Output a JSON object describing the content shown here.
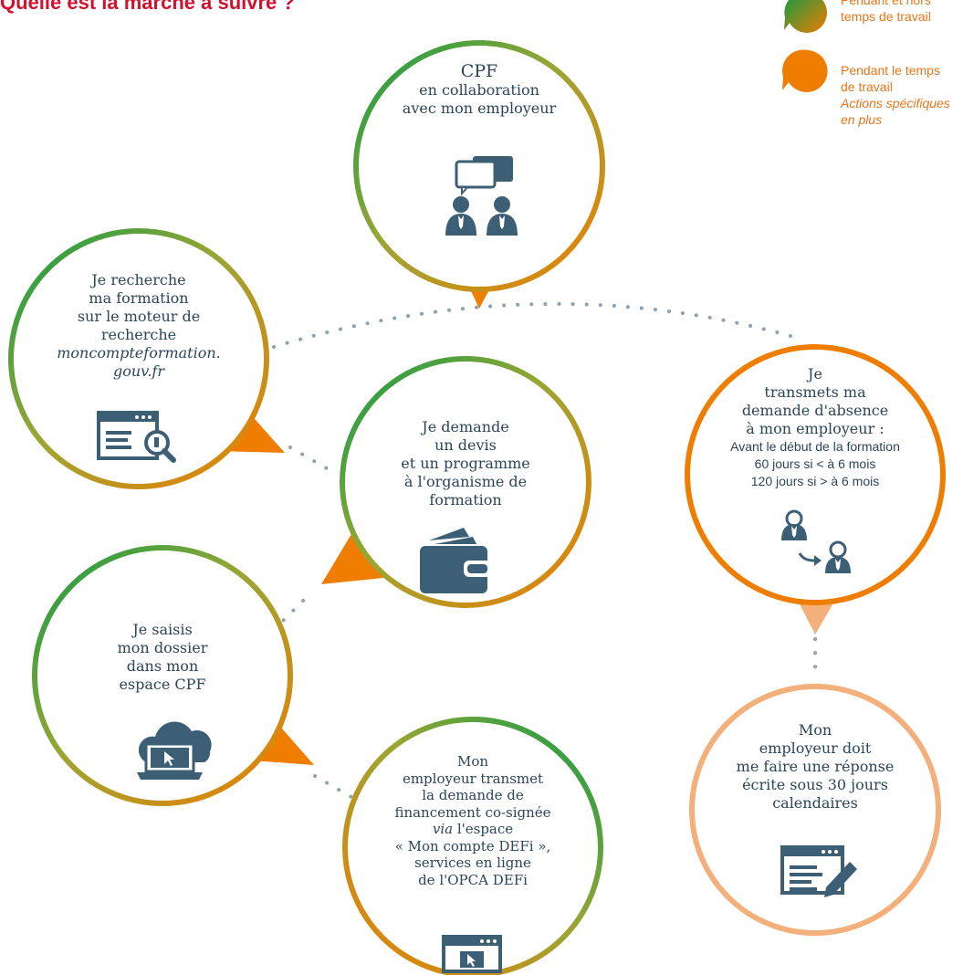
{
  "title": "Quelle est la marche à suivre ?",
  "colors": {
    "orange": "#ee7d00",
    "green": "#16a34a",
    "light_orange": "#f4b07a",
    "icon_blue": "#3d5f76",
    "dot_gray": "#8da3b1",
    "title_red": "#d3102d"
  },
  "legend": [
    {
      "label_lines": [
        "Pendant et hors",
        "temps de travail"
      ],
      "style": "gradient"
    },
    {
      "label_lines": [
        "Pendant le temps",
        "de travail"
      ],
      "note_lines": [
        "Actions spécifiques",
        "en plus"
      ],
      "style": "orange"
    }
  ],
  "nodes": {
    "cpf": {
      "lines": [
        "CPF",
        "en collaboration",
        "avec mon employeur"
      ],
      "icon": "dialogue-people-icon"
    },
    "recherche": {
      "lines": [
        "Je recherche",
        "ma formation",
        "sur le moteur de",
        "recherche"
      ],
      "italic_lines": [
        "moncompteformation.",
        "gouv.fr"
      ],
      "icon": "web-search-icon"
    },
    "devis": {
      "lines": [
        "Je demande",
        "un devis",
        "et un programme",
        "à l'organisme de",
        "formation"
      ],
      "icon": "wallet-icon"
    },
    "dossier": {
      "lines": [
        "Je saisis",
        "mon dossier",
        "dans mon",
        "espace CPF"
      ],
      "icon": "cloud-laptop-icon"
    },
    "financement": {
      "lines": [
        "Mon",
        "employeur transmet",
        "la demande de",
        "financement co-signée"
      ],
      "via": "via",
      "via_rest": " l'espace",
      "lines2": [
        "« Mon compte DEFi »,",
        "services en ligne",
        "de l'OPCA DEFi"
      ],
      "icon": "browser-cursor-icon"
    },
    "absence": {
      "lines": [
        "Je",
        "transmets ma",
        "demande d'absence",
        "à mon employeur :"
      ],
      "small_lines": [
        "Avant le début de la formation",
        "60 jours si < à 6 mois",
        "120 jours si > à 6 mois"
      ],
      "icon": "person-transfer-icon"
    },
    "reponse": {
      "lines": [
        "Mon",
        "employeur doit",
        "me faire une réponse",
        "écrite sous 30 jours",
        "calendaires"
      ],
      "icon": "document-pen-icon"
    }
  }
}
